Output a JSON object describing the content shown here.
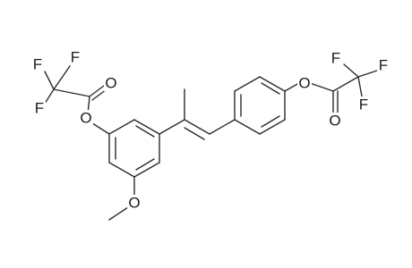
{
  "atom_labels": {
    "f_top_left": "F",
    "f_top_mid": "F",
    "f_left": "F",
    "o_carbonyl_left": "O",
    "o_ester_left": "O",
    "o_methoxy": "O",
    "f_top_right": "F",
    "f_top_right2": "F",
    "f_right": "F",
    "o_carbonyl_right": "O",
    "o_ester_right": "O"
  },
  "colors": {
    "bond": "#2b2b2b",
    "text": "#1a1a1a"
  }
}
